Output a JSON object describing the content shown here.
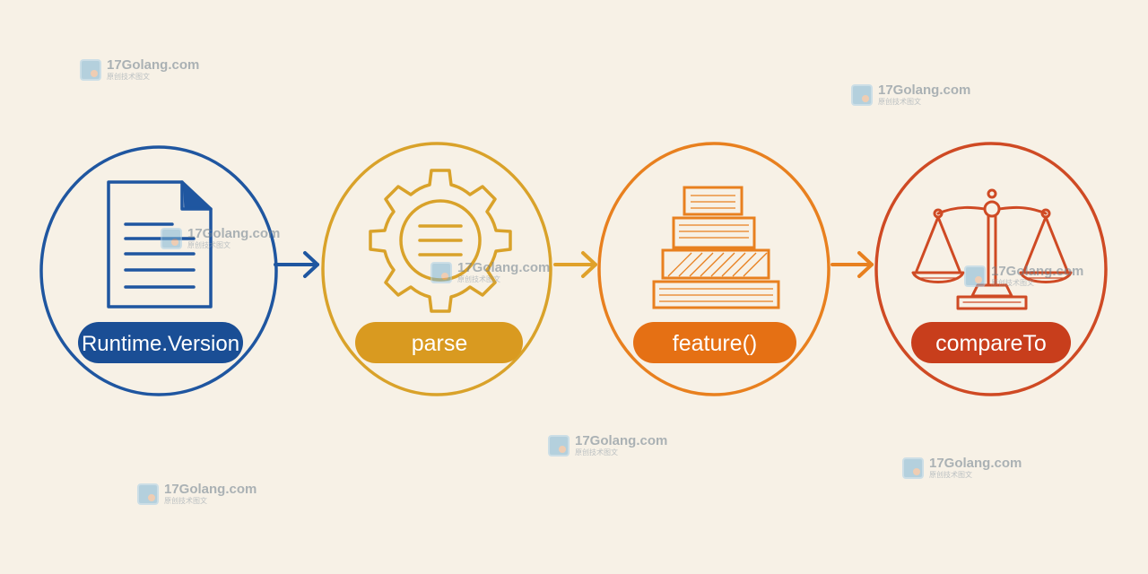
{
  "steps": [
    {
      "label": "Runtime.Version",
      "icon": "document-icon",
      "color": "#1f56a0",
      "fill": "#1a4e95"
    },
    {
      "label": "parse",
      "icon": "gear-icon",
      "color": "#d9a22a",
      "fill": "#d99a20"
    },
    {
      "label": "feature()",
      "icon": "stacked-layers-icon",
      "color": "#e8801f",
      "fill": "#e57014"
    },
    {
      "label": "compareTo",
      "icon": "balance-scale-icon",
      "color": "#cf4a24",
      "fill": "#c83e1c"
    }
  ],
  "watermark": {
    "name": "17Golang.com",
    "sub": "原创技术图文"
  }
}
